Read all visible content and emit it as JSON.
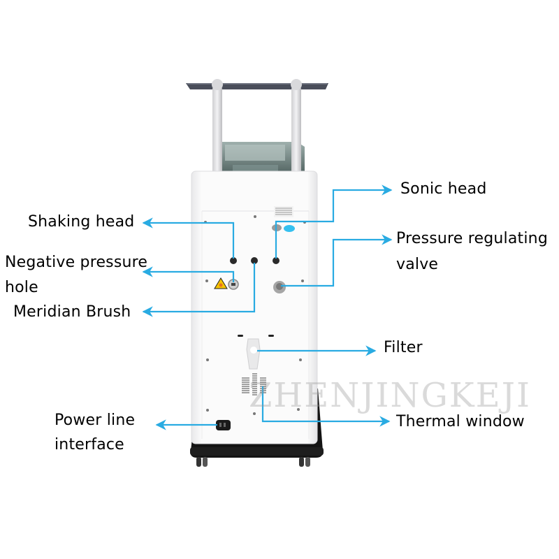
{
  "diagram": {
    "subject": "Beauty device rear view",
    "accent_color": "#29ABE2",
    "labels": {
      "sonic_head": "Sonic head",
      "shaking_head": "Shaking head",
      "pressure_valve_line1": "Pressure regulating",
      "pressure_valve_line2": "valve",
      "negative_pressure_line1": "Negative pressure",
      "negative_pressure_line2": "hole",
      "meridian_brush": "Meridian Brush",
      "filter": "Filter",
      "power_line_line1": "Power line",
      "power_line_line2": "interface",
      "thermal_window": "Thermal window"
    },
    "watermark": "ZHENJINGKEJI"
  }
}
